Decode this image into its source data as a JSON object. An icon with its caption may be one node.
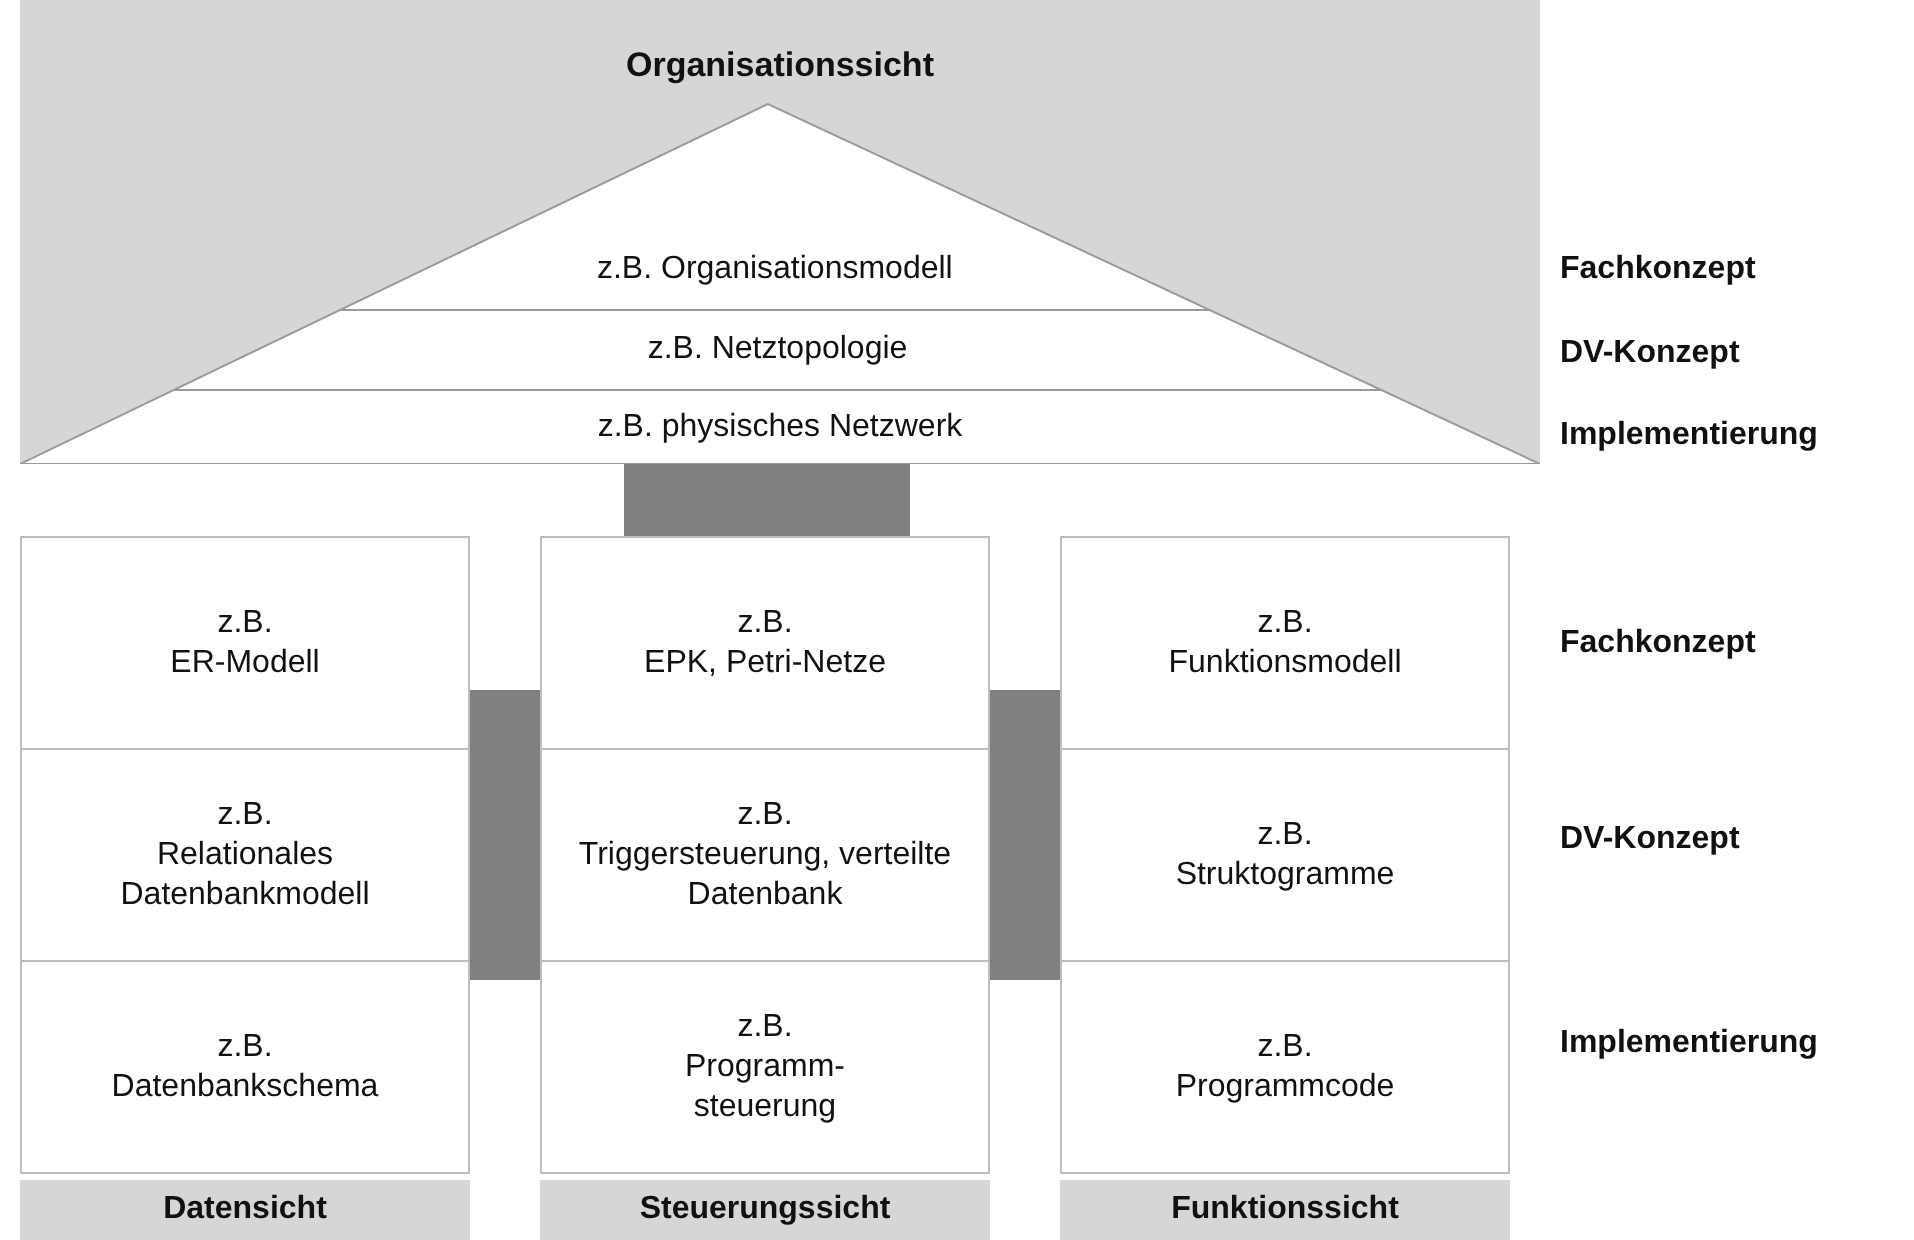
{
  "diagram": {
    "nodes": [
      {
        "text": [
          "Organisationssicht"
        ]
      },
      {
        "text": [
          "z.B. Organisationsmodell"
        ],
        "in": 0
      },
      {
        "text": [
          "z.B. Netztopologie"
        ],
        "in": 0
      },
      {
        "text": [
          "z.B. physisches Netzwerk"
        ],
        "in": 0
      },
      {
        "text": [],
        "shape": "bar"
      },
      {
        "text": [
          "z.B.",
          "ER-Modell"
        ]
      },
      {
        "text": [
          "z.B.",
          "EPK, Petri-Netze"
        ]
      },
      {
        "text": [
          "z.B.",
          "Funktionsmodell"
        ]
      },
      {
        "text": [],
        "shape": "bar"
      },
      {
        "text": [],
        "shape": "bar"
      },
      {
        "text": [
          "z.B.",
          "Relationales Datenbankmodell"
        ]
      },
      {
        "text": [
          "z.B.",
          "Triggersteuerung, verteilte Datenbank"
        ]
      },
      {
        "text": [
          "z.B.",
          "Struktogramme"
        ]
      },
      {
        "text": [
          "z.B.",
          "Datenbankschema"
        ]
      },
      {
        "text": [
          "z.B.",
          "Programm- steuerung"
        ]
      },
      {
        "text": [
          "z.B.",
          "Programmcode"
        ]
      },
      {
        "text": [
          "Datensicht"
        ]
      },
      {
        "text": [
          "Steuerungssicht"
        ]
      },
      {
        "text": [
          "Funktionssicht"
        ]
      }
    ],
    "labels": [
      "Fachkonzept",
      "DV-Konzept",
      "Implementierung",
      "Fachkonzept",
      "DV-Konzept",
      "Implementierung"
    ]
  }
}
